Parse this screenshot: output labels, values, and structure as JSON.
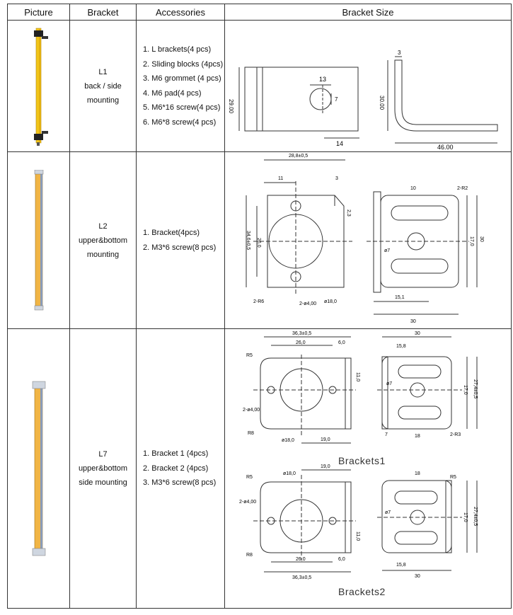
{
  "headers": {
    "picture": "Picture",
    "bracket": "Bracket",
    "accessories": "Accessories",
    "size": "Bracket Size"
  },
  "rows": [
    {
      "bracket_lines": [
        "L1",
        "back / side",
        "mounting"
      ],
      "accessories": [
        "1.  L brackets(4 pcs)",
        "2. Sliding blocks (4pcs)",
        "3. M6 grommet (4 pcs)",
        "4. M6 pad(4 pcs)",
        "5. M6*16 screw(4 pcs)",
        "6. M6*8 screw(4 pcs)"
      ],
      "dims": {
        "a": "13",
        "b": "7",
        "c": "29.00",
        "d": "14",
        "e": "3",
        "f": "30.00",
        "g": "46.00"
      }
    },
    {
      "bracket_lines": [
        "L2",
        "upper&bottom",
        "mounting"
      ],
      "accessories": [
        "1.  Bracket(4pcs)",
        "2. M3*6 screw(8 pcs)"
      ],
      "dims": {
        "w": "28,8±0,5",
        "a": "11",
        "b": "3",
        "c": "2,3",
        "h": "34,6±0,5",
        "d": "26,0",
        "r": "2-R6",
        "hole": "2-ø4,00",
        "big": "ø18,0",
        "t": "10",
        "r2": "2-R2",
        "p": "ø7",
        "e": "17,0",
        "f": "30",
        "g": "15,1",
        "h2": "30"
      }
    },
    {
      "bracket_lines": [
        "L7",
        "upper&bottom",
        "side mounting"
      ],
      "accessories": [
        "1.  Bracket 1 (4pcs)",
        "2.  Bracket 2 (4pcs)",
        "3. M3*6 screw(8 pcs)"
      ],
      "dims": {
        "w": "36,3±0,5",
        "a": "26,0",
        "b": "6,0",
        "r": "R5",
        "c": "11,0",
        "hole": "2-ø4,00",
        "big": "ø18,0",
        "d": "19,0",
        "e": "R8",
        "t": "30",
        "f": "15,8",
        "p": "ø7",
        "g": "17,0",
        "h": "27,4±0,5",
        "i": "18",
        "j": "2-R3",
        "k": "7"
      },
      "caption1": "Brackets1",
      "caption2": "Brackets2"
    }
  ]
}
